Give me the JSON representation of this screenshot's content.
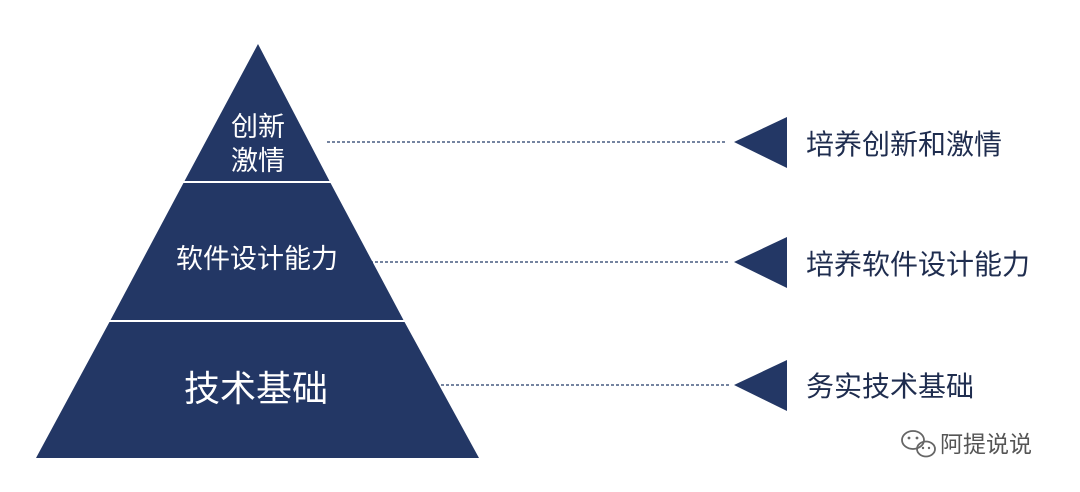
{
  "pyramid": {
    "fill_color": "#233765",
    "divider_color": "#ffffff",
    "tiers": [
      {
        "label_lines": [
          "创新",
          "激情"
        ],
        "goal": "培养创新和激情"
      },
      {
        "label_lines": [
          "软件设计能力"
        ],
        "goal": "培养软件设计能力"
      },
      {
        "label_lines": [
          "技术基础"
        ],
        "goal": "务实技术基础"
      }
    ]
  },
  "watermark": {
    "text": "阿提说说",
    "icon": "wechat-icon"
  }
}
